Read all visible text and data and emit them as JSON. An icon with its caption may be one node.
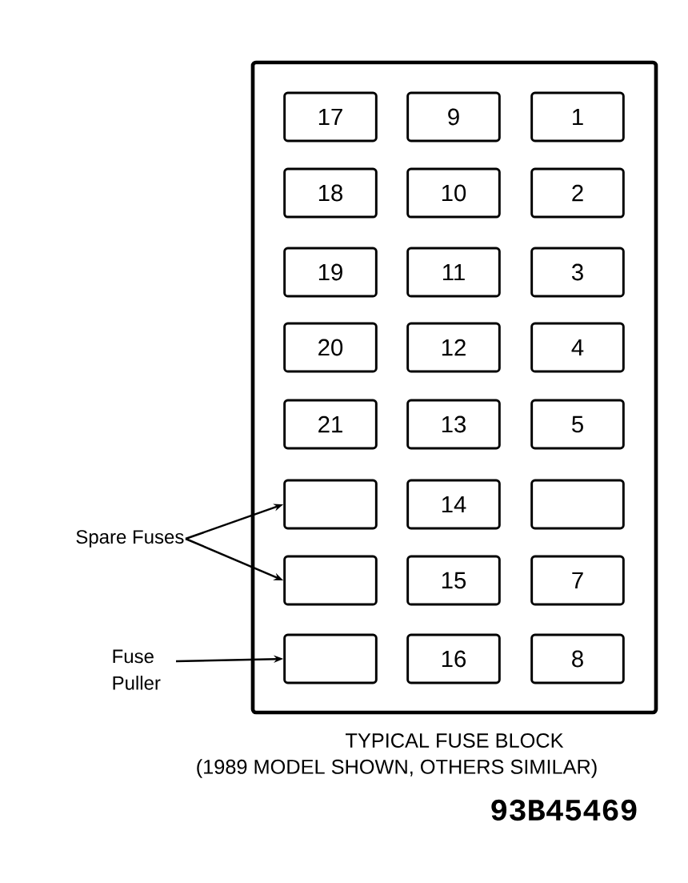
{
  "diagram": {
    "nodes": [
      {
        "text": [],
        "shape": "box"
      },
      {
        "text": [
          "17"
        ],
        "in": 0
      },
      {
        "text": [
          "9"
        ],
        "in": 0
      },
      {
        "text": [
          "1"
        ],
        "in": 0
      },
      {
        "text": [
          "18"
        ],
        "in": 0
      },
      {
        "text": [
          "10"
        ],
        "in": 0
      },
      {
        "text": [
          "2"
        ],
        "in": 0
      },
      {
        "text": [
          "19"
        ],
        "in": 0
      },
      {
        "text": [
          "11"
        ],
        "in": 0
      },
      {
        "text": [
          "3"
        ],
        "in": 0
      },
      {
        "text": [
          "20"
        ],
        "in": 0
      },
      {
        "text": [
          "12"
        ],
        "in": 0
      },
      {
        "text": [
          "4"
        ],
        "in": 0
      },
      {
        "text": [
          "21"
        ],
        "in": 0
      },
      {
        "text": [
          "13"
        ],
        "in": 0
      },
      {
        "text": [
          "5"
        ],
        "in": 0
      },
      {
        "text": [],
        "shape": "box",
        "in": 0
      },
      {
        "text": [
          "14"
        ],
        "in": 0
      },
      {
        "text": [],
        "shape": "box",
        "in": 0
      },
      {
        "text": [],
        "shape": "box",
        "in": 0
      },
      {
        "text": [
          "15"
        ],
        "in": 0
      },
      {
        "text": [
          "7"
        ],
        "in": 0
      },
      {
        "text": [],
        "shape": "box",
        "in": 0
      },
      {
        "text": [
          "16"
        ],
        "in": 0
      },
      {
        "text": [
          "8"
        ],
        "in": 0
      },
      {
        "text": [
          "Spare Fuses"
        ]
      },
      {
        "text": [
          "Fuse Puller"
        ]
      }
    ],
    "edges": [
      {
        "from": 25,
        "to": 16,
        "arrow": "to"
      },
      {
        "from": 25,
        "to": 19,
        "arrow": "to"
      },
      {
        "from": 26,
        "to": 22,
        "arrow": "to"
      }
    ],
    "labels": [
      "TYPICAL FUSE BLOCK",
      "(1989 MODEL SHOWN, OTHERS SIMILAR)",
      "93B45469"
    ]
  }
}
